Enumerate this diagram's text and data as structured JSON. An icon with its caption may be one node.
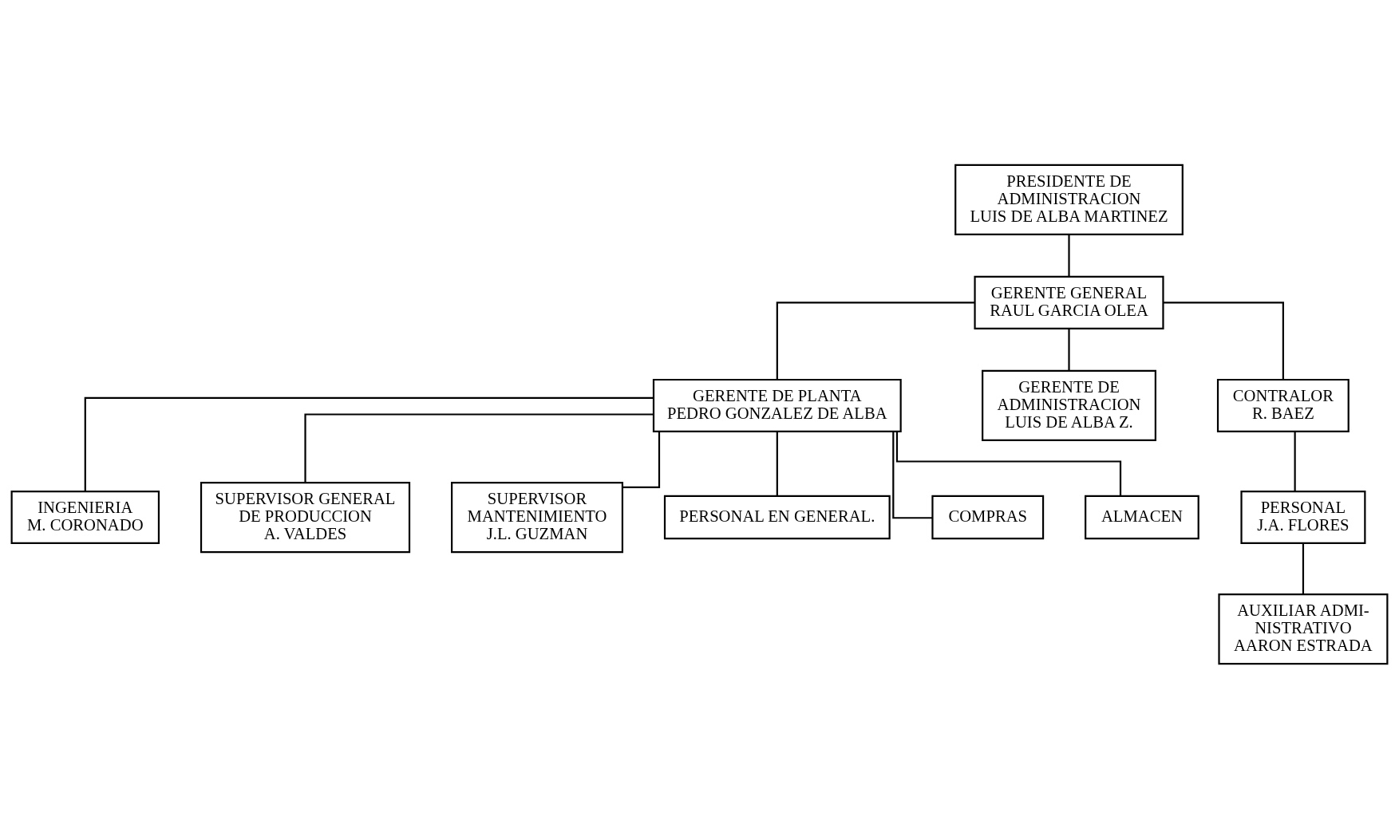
{
  "diagram": {
    "nodes": [
      {
        "text": [
          "PRESIDENTE DE ADMINISTRACION",
          "LUIS DE ALBA MARTINEZ"
        ]
      },
      {
        "text": [
          "GERENTE GENERAL",
          "RAUL GARCIA OLEA"
        ]
      },
      {
        "text": [
          "GERENTE DE PLANTA",
          "PEDRO GONZALEZ DE ALBA"
        ]
      },
      {
        "text": [
          "GERENTE DE ADMINISTRACION",
          "LUIS DE ALBA Z."
        ]
      },
      {
        "text": [
          "CONTRALOR",
          "R. BAEZ"
        ]
      },
      {
        "text": [
          "INGENIERIA",
          "M. CORONADO"
        ]
      },
      {
        "text": [
          "PERSONAL",
          "J.A. FLORES"
        ]
      },
      {
        "text": [
          "SUPERVISOR GENERAL DE PRODUCCION",
          "A. VALDES"
        ]
      },
      {
        "text": [
          "SUPERVISOR MANTENIMIENTO",
          "J.L. GUZMAN"
        ]
      },
      {
        "text": [
          "AUXILIAR ADMI- NISTRATIVO",
          "AARON ESTRADA"
        ]
      },
      {
        "text": [
          "PERSONAL EN GENERAL."
        ]
      },
      {
        "text": [
          "COMPRAS"
        ]
      },
      {
        "text": [
          "ALMACEN"
        ]
      }
    ],
    "edges": [
      {
        "from": 0,
        "to": 1,
        "arrow": "none"
      },
      {
        "from": 1,
        "to": 2,
        "arrow": "none"
      },
      {
        "from": 1,
        "to": 3,
        "arrow": "none"
      },
      {
        "from": 1,
        "to": 4,
        "arrow": "none"
      },
      {
        "from": 2,
        "to": 5,
        "arrow": "none"
      },
      {
        "from": 2,
        "to": 7,
        "arrow": "none"
      },
      {
        "from": 2,
        "to": 8,
        "arrow": "none"
      },
      {
        "from": 2,
        "to": 10,
        "arrow": "none"
      },
      {
        "from": 2,
        "to": 11,
        "arrow": "none"
      },
      {
        "from": 2,
        "to": 12,
        "arrow": "none"
      },
      {
        "from": 4,
        "to": 6,
        "arrow": "none"
      },
      {
        "from": 6,
        "to": 9,
        "arrow": "none"
      }
    ]
  }
}
